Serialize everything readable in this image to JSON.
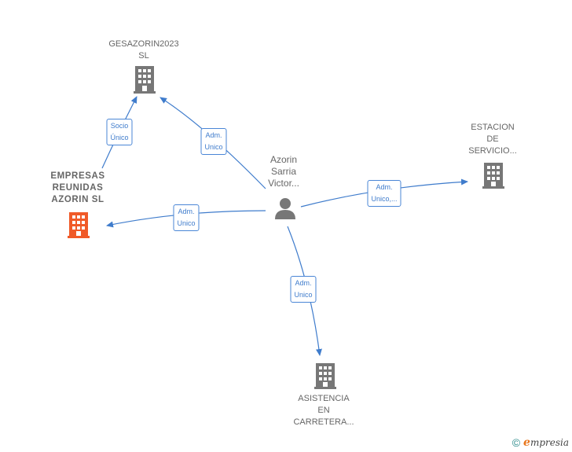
{
  "nodes": {
    "gesazorin": {
      "lines": [
        "GESAZORIN2023",
        "SL"
      ],
      "icon": "building-icon",
      "color": "#777777"
    },
    "empresas": {
      "lines": [
        "EMPRESAS",
        "REUNIDAS",
        "AZORIN  SL"
      ],
      "icon": "building-icon",
      "color": "#f05a28"
    },
    "azorin": {
      "lines": [
        "Azorin",
        "Sarria",
        "Victor..."
      ],
      "icon": "person-icon",
      "color": "#777777"
    },
    "estacion": {
      "lines": [
        "ESTACION",
        "DE",
        "SERVICIO..."
      ],
      "icon": "building-icon",
      "color": "#777777"
    },
    "asistencia": {
      "lines": [
        "ASISTENCIA",
        "EN",
        "CARRETERA..."
      ],
      "icon": "building-icon",
      "color": "#777777"
    }
  },
  "edges": {
    "socio": {
      "lines": [
        "Socio",
        "Único"
      ]
    },
    "adm_gesazorin": {
      "lines": [
        "Adm.",
        "Unico"
      ]
    },
    "adm_empresas": {
      "lines": [
        "Adm.",
        "Unico"
      ]
    },
    "adm_estacion": {
      "lines": [
        "Adm.",
        "Unico,..."
      ]
    },
    "adm_asistencia": {
      "lines": [
        "Adm.",
        "Unico"
      ]
    }
  },
  "footer": {
    "copyright": "©",
    "brand_initial": "e",
    "brand_rest": "mpresia"
  },
  "colors": {
    "edge": "#3f7ccc",
    "building": "#777777",
    "highlight": "#f05a28"
  }
}
